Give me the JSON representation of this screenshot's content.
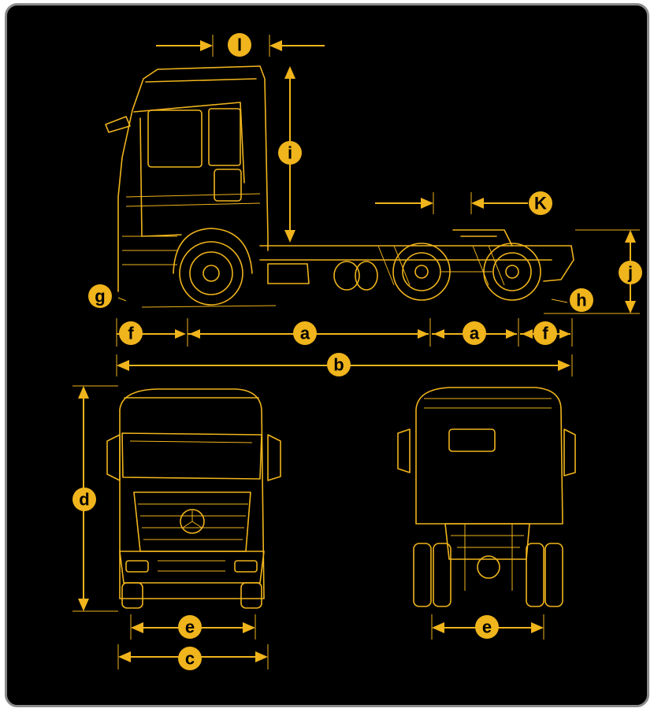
{
  "accent_color": "#f0b41c",
  "background_color": "#000000",
  "labels": {
    "l": "l",
    "i": "i",
    "k": "K",
    "j": "j",
    "g": "g",
    "h": "h",
    "f_left": "f",
    "a_wheelbase": "a",
    "a_axle": "a",
    "f_right": "f",
    "b": "b",
    "d": "d",
    "e_front": "e",
    "c": "c",
    "e_rear": "e"
  }
}
